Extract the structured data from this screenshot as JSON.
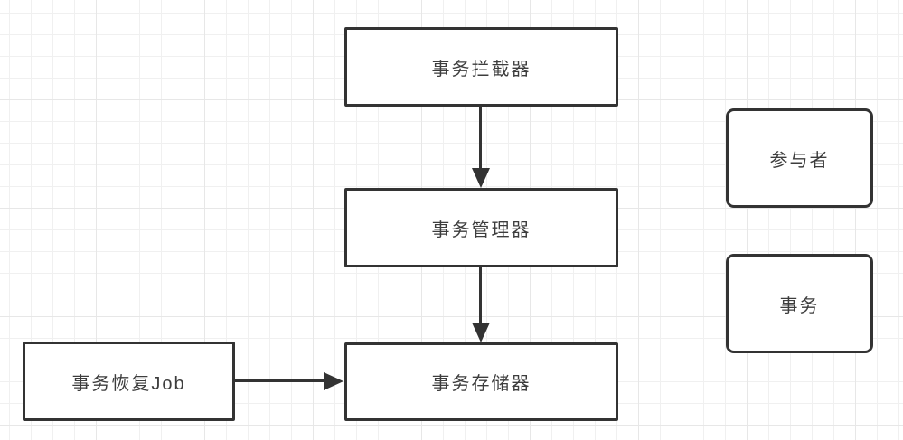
{
  "diagram": {
    "title": "transaction-framework-architecture",
    "colors": {
      "stroke": "#333333",
      "text": "#3d3d3d",
      "background": "#ffffff",
      "grid_minor": "#f0f0f0",
      "grid_major": "#e7e7e7"
    },
    "nodes": {
      "interceptor": {
        "label": "事务拦截器",
        "shape": "rectangle"
      },
      "manager": {
        "label": "事务管理器",
        "shape": "rectangle"
      },
      "store": {
        "label": "事务存储器",
        "shape": "rectangle"
      },
      "recovery_job": {
        "label": "事务恢复Job",
        "shape": "rectangle"
      },
      "participant": {
        "label": "参与者",
        "shape": "rounded-rectangle"
      },
      "transaction": {
        "label": "事务",
        "shape": "rounded-rectangle"
      }
    },
    "edges": [
      {
        "from": "事务拦截器",
        "to": "事务管理器",
        "direction": "down"
      },
      {
        "from": "事务管理器",
        "to": "事务存储器",
        "direction": "down"
      },
      {
        "from": "事务恢复Job",
        "to": "事务存储器",
        "direction": "right"
      }
    ]
  }
}
